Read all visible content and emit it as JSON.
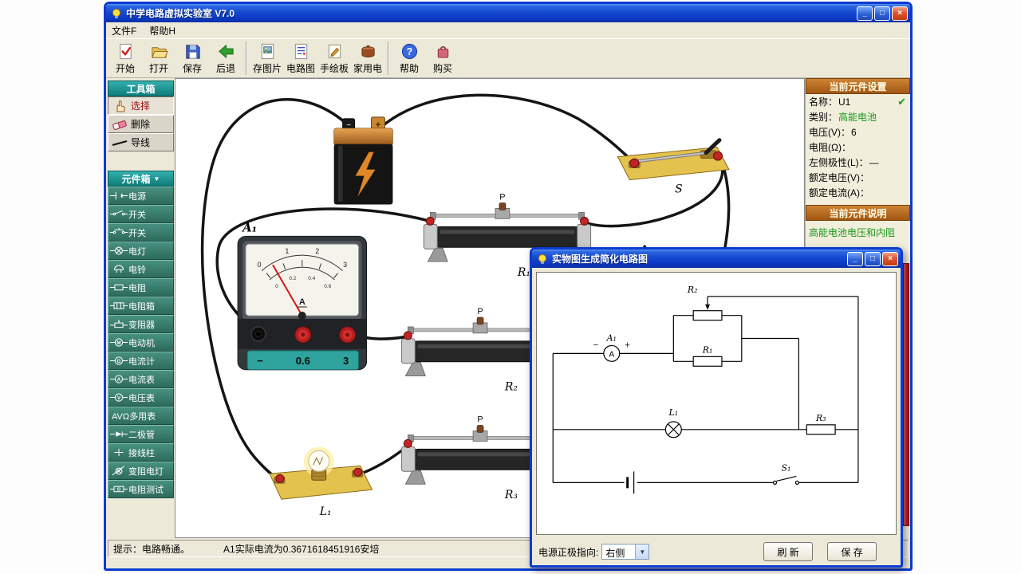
{
  "app": {
    "title": "中学电路虚拟实验室  V7.0",
    "window_buttons": {
      "minimize": "_",
      "maximize": "□",
      "close": "×"
    },
    "menu": {
      "file": "文件F",
      "help": "帮助H"
    },
    "toolbar": {
      "start": "开始",
      "open": "打开",
      "save": "保存",
      "back": "后退",
      "save_image": "存图片",
      "circuit_diagram": "电路图",
      "sketchpad": "手绘板",
      "household": "家用电",
      "help": "帮助",
      "buy": "购买"
    },
    "toolbox": {
      "title": "工具箱",
      "select": "选择",
      "delete": "删除",
      "wire": "导线"
    },
    "components": {
      "title": "元件箱",
      "items": [
        "电源",
        "开关",
        "开关",
        "电灯",
        "电铃",
        "电阻",
        "电阻箱",
        "变阻器",
        "电动机",
        "电流计",
        "电流表",
        "电压表",
        "AVΩ多用表",
        "二极管",
        "接线柱",
        "变阻电灯",
        "电阻测试"
      ]
    },
    "status": {
      "hint": "提示：电路畅通。",
      "detail": "A1实际电流为0.3671618451916安培"
    }
  },
  "canvas": {
    "ammeter": {
      "name": "A₁",
      "unit": "A",
      "scale_outer": [
        "0",
        "1",
        "2",
        "3"
      ],
      "scale_inner": [
        "0",
        "0.2",
        "0.4",
        "0.6"
      ],
      "terminal_strip": [
        "−",
        "0.6",
        "3"
      ]
    },
    "labels": {
      "r1": "R₁",
      "r2": "R₂",
      "r3": "R₃",
      "lamp": "L₁",
      "switch": "S",
      "slider": "P"
    }
  },
  "settings": {
    "header": "当前元件设置",
    "fields": [
      {
        "label": "名称：",
        "value": "U1"
      },
      {
        "label": "类别：",
        "value": "高能电池"
      },
      {
        "label": "电压(V)：",
        "value": "6"
      },
      {
        "label": "电阻(Ω)：",
        "value": ""
      },
      {
        "label": "左侧极性(L)：",
        "value": "—"
      },
      {
        "label": "额定电压(V)：",
        "value": ""
      },
      {
        "label": "额定电流(A)：",
        "value": ""
      }
    ],
    "check_icon": "✔",
    "desc_header": "当前元件说明",
    "description": "高能电池电压和内阻"
  },
  "dialog": {
    "title": "实物图生成简化电路图",
    "schematic": {
      "a1": "A₁",
      "minus": "−",
      "plus": "+",
      "meter_letter": "A",
      "r2": "R₂",
      "r1": "R₁",
      "l1": "L₁",
      "r3": "R₃",
      "s1": "S₁"
    },
    "footer": {
      "direction_label": "电源正极指向:",
      "direction_value": "右侧",
      "refresh": "刷 新",
      "save": "保 存"
    }
  }
}
